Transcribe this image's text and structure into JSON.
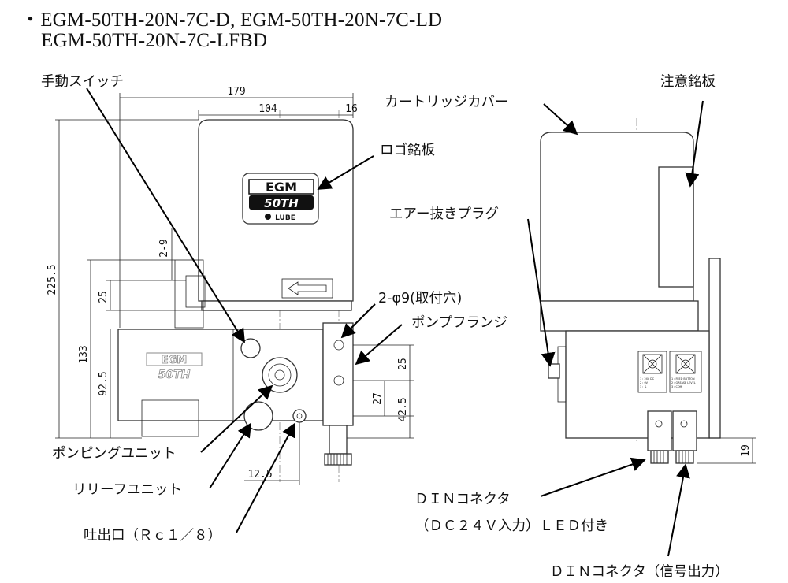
{
  "title": {
    "line1": "・EGM-50TH-20N-7C-D, EGM-50TH-20N-7C-LD",
    "line2": "EGM-50TH-20N-7C-LFBD"
  },
  "labels": {
    "manual_switch": "手動スイッチ",
    "cartridge_cover": "カートリッジカバー",
    "caution_plate": "注意銘板",
    "logo_plate": "ロゴ銘板",
    "air_vent_plug": "エアー抜きプラグ",
    "mount_holes": "2-φ9(取付穴)",
    "pump_flange": "ポンプフランジ",
    "pumping_unit": "ポンピングユニット",
    "relief_unit": "リリーフユニット",
    "outlet": "吐出口（Ｒｃ１／８）",
    "din_power_line1": "ＤＩＮコネクタ",
    "din_power_line2": "（ＤＣ２４Ｖ入力）ＬＥＤ付き",
    "din_signal": "ＤＩＮコネクタ（信号出力）"
  },
  "dimensions": {
    "d179": "179",
    "d104": "104",
    "d16": "16",
    "d2_9": "2-9",
    "d225_5": "225.5",
    "d25_left": "25",
    "d133": "133",
    "d92_5": "92.5",
    "d25_right": "25",
    "d27": "27",
    "d42_5": "42.5",
    "d12_5": "12.5",
    "d19": "19"
  },
  "logo": {
    "brand": "EGM",
    "model": "50TH",
    "maker": "LUBE"
  },
  "terminal_text": {
    "left": [
      "1 : 24V DC",
      "2 : 0V",
      "3 : ⏚"
    ],
    "right": [
      "1 : FEED BUTTON",
      "2 : GREASE LEVEL",
      "3 : COM"
    ]
  },
  "colors": {
    "line": "#222222",
    "arrow": "#000000"
  }
}
